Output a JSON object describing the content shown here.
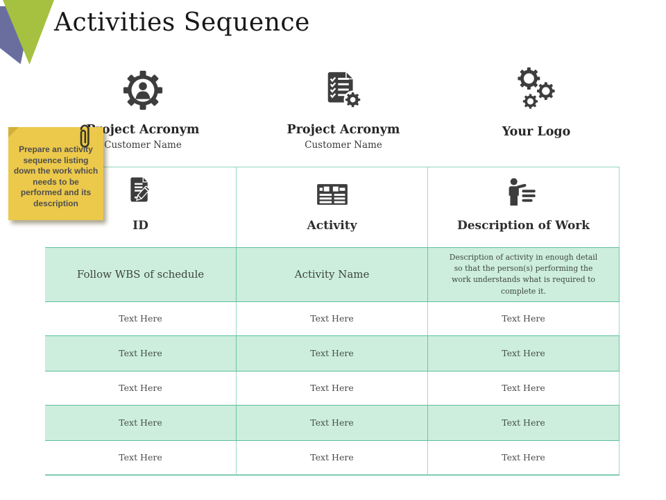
{
  "slide": {
    "title": "Activities Sequence",
    "colors": {
      "accent_green": "#a6c140",
      "accent_purple": "#6a6e9f",
      "note_yellow": "#ecc94b",
      "row_green": "#cdeedd",
      "line_teal": "#8fd2bd",
      "icon_dark": "#3d3d3d"
    }
  },
  "info_blocks": [
    {
      "icon": "gear-person-icon",
      "title": "Project Acronym",
      "subtitle": "Customer Name"
    },
    {
      "icon": "checklist-gear-icon",
      "title": "Project Acronym",
      "subtitle": "Customer Name"
    },
    {
      "icon": "gears-icon",
      "title": "Your Logo",
      "subtitle": ""
    }
  ],
  "note": {
    "text": "Prepare an activity sequence listing down the work which needs to be performed and its description"
  },
  "table": {
    "columns": [
      {
        "icon": "document-edit-icon",
        "label": "ID"
      },
      {
        "icon": "table-grid-icon",
        "label": "Activity"
      },
      {
        "icon": "person-list-icon",
        "label": "Description of Work"
      }
    ],
    "rows": [
      {
        "highlight": true,
        "cells": [
          "Follow WBS of schedule",
          "Activity Name",
          "Description of activity in enough detail so that the person(s) performing the work understands what is required to complete it."
        ]
      },
      {
        "highlight": false,
        "cells": [
          "Text Here",
          "Text Here",
          "Text Here"
        ]
      },
      {
        "highlight": true,
        "cells": [
          "Text Here",
          "Text Here",
          "Text Here"
        ]
      },
      {
        "highlight": false,
        "cells": [
          "Text Here",
          "Text Here",
          "Text Here"
        ]
      },
      {
        "highlight": true,
        "cells": [
          "Text Here",
          "Text Here",
          "Text Here"
        ]
      },
      {
        "highlight": false,
        "cells": [
          "Text Here",
          "Text Here",
          "Text Here"
        ]
      }
    ]
  }
}
